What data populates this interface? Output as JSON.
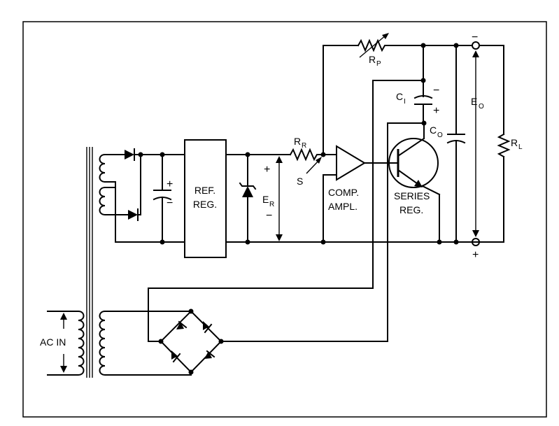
{
  "blocks": {
    "ref_reg_line1": "REF.",
    "ref_reg_line2": "REG.",
    "comp_ampl_line1": "COMP.",
    "comp_ampl_line2": "AMPL.",
    "series_reg_line1": "SERIES",
    "series_reg_line2": "REG."
  },
  "labels": {
    "rr_main": "R",
    "rr_sub": "R",
    "rp_main": "R",
    "rp_sub": "P",
    "ci_main": "C",
    "ci_sub": "I",
    "co_main": "C",
    "co_sub": "O",
    "eo_main": "E",
    "eo_sub": "O",
    "rl_main": "R",
    "rl_sub": "L",
    "er_main": "E",
    "er_sub": "R",
    "s": "S",
    "ac_in": "AC IN"
  },
  "polarity": {
    "plus": "+",
    "minus": "−"
  }
}
